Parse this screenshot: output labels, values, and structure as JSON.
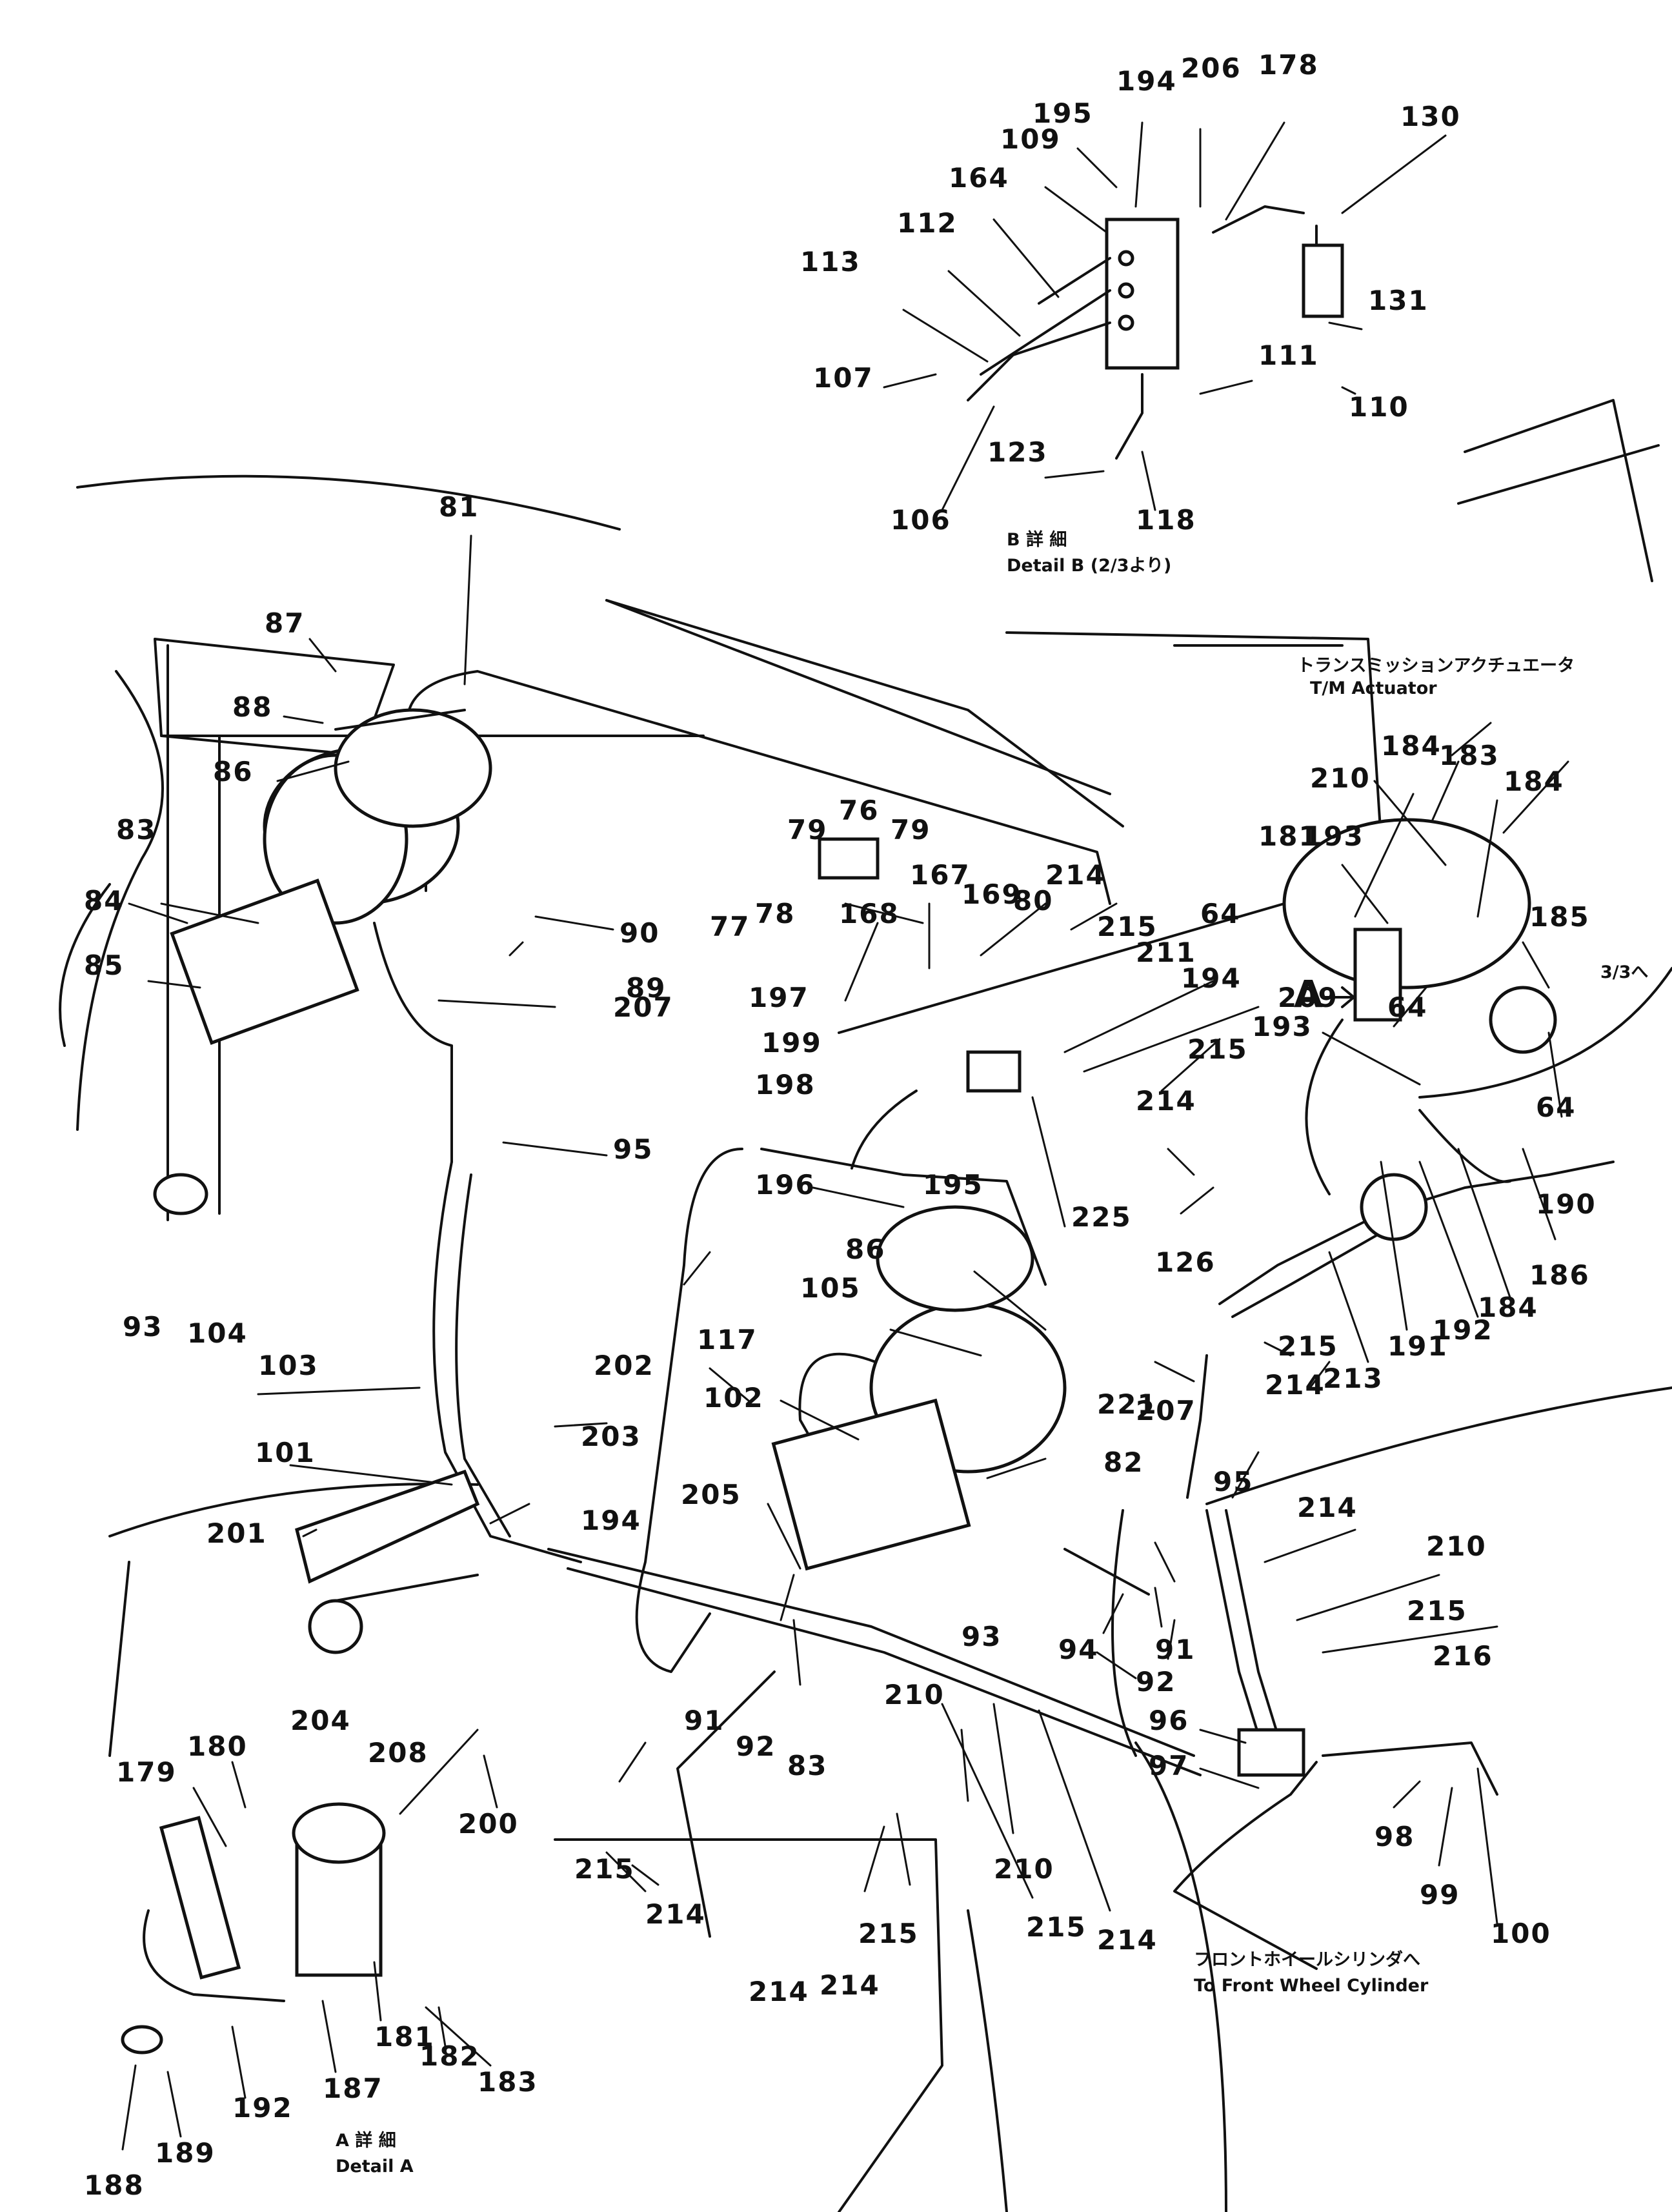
{
  "captions": {
    "detail_b_jp": "B 詳 細",
    "detail_b_en": "Detail B (2/3より)",
    "detail_a_jp": "A 詳 細",
    "detail_a_en": "Detail A",
    "tm_actuator_jp": "トランスミッションアクチュエータ",
    "tm_actuator_en": "T/M Actuator",
    "front_wheel_jp": "フロントホイールシリンダへ",
    "front_wheel_en": "To Front Wheel Cylinder",
    "continuation": "3/3へ",
    "view_marker": "A"
  },
  "part_numbers": [
    "194",
    "206",
    "178",
    "195",
    "130",
    "109",
    "164",
    "112",
    "113",
    "131",
    "107",
    "111",
    "110",
    "123",
    "106",
    "118",
    "81",
    "87",
    "88",
    "86",
    "76",
    "79",
    "79",
    "167",
    "169",
    "168",
    "80",
    "214",
    "215",
    "84",
    "83",
    "77",
    "78",
    "85",
    "90",
    "89",
    "207",
    "95",
    "197",
    "199",
    "198",
    "196",
    "195",
    "194",
    "211",
    "193",
    "209",
    "215",
    "214",
    "86",
    "225",
    "126",
    "105",
    "117",
    "102",
    "202",
    "203",
    "101",
    "201",
    "194",
    "205",
    "82",
    "221",
    "207",
    "95",
    "93",
    "104",
    "103",
    "93",
    "91",
    "92",
    "83",
    "210",
    "91",
    "92",
    "94",
    "204",
    "208",
    "200",
    "215",
    "214",
    "180",
    "179",
    "214",
    "215",
    "210",
    "215",
    "214",
    "214",
    "96",
    "97",
    "98",
    "99",
    "100",
    "181",
    "183",
    "182",
    "187",
    "189",
    "188",
    "192",
    "64",
    "181",
    "184",
    "183",
    "184",
    "210",
    "185",
    "193",
    "64",
    "64",
    "190",
    "186",
    "184",
    "192",
    "191",
    "213",
    "215",
    "214",
    "210",
    "215",
    "216",
    "214"
  ]
}
